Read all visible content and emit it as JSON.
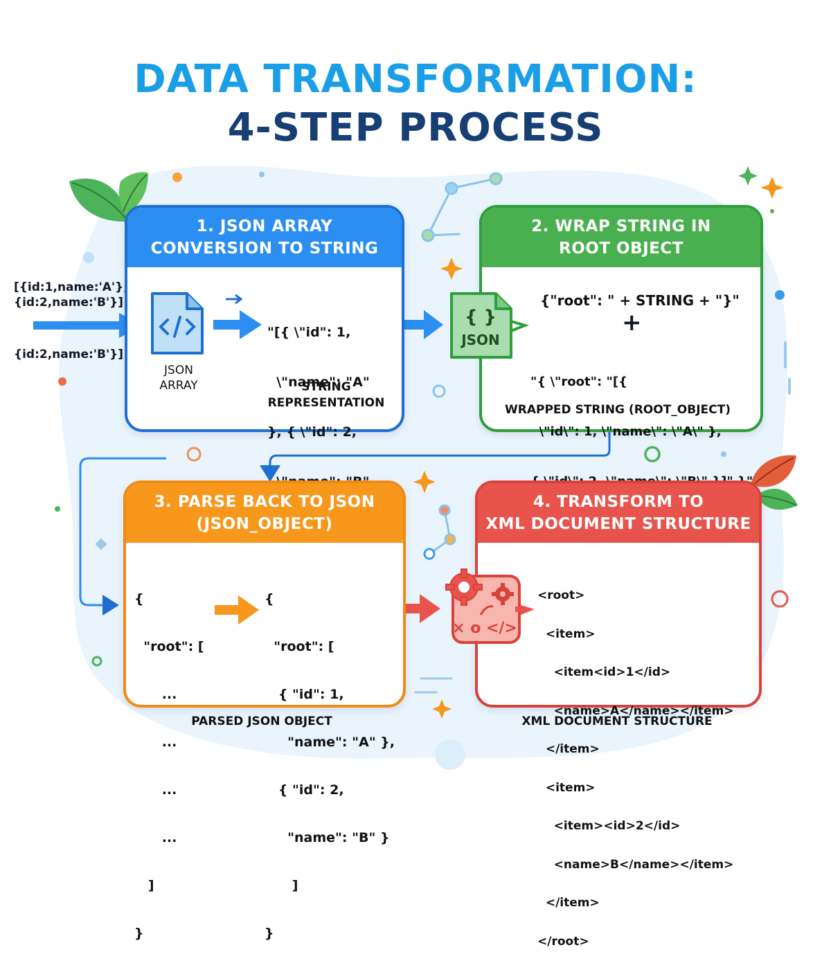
{
  "title": {
    "line1": "DATA TRANSFORMATION:",
    "line2": "4-STEP PROCESS"
  },
  "input": {
    "line1": "[{id:1,name:'A'},",
    "line2": "{id:2,name:'B'}]",
    "line3": "{id:2,name:'B'}]"
  },
  "step1": {
    "title_line1": "1. JSON ARRAY",
    "title_line2": "CONVERSION TO STRING",
    "icon": "code-file-icon",
    "icon_label_line1": "JSON",
    "icon_label_line2": "ARRAY",
    "code_lines": [
      "\"[{ \\\"id\": 1,",
      "  \\\"name\": \"A\"",
      "}, { \\\"id\": 2,",
      "  \\\"name\": \"B\"",
      "}]\""
    ],
    "output_label_line1": "STRING",
    "output_label_line2": "REPRESENTATION"
  },
  "step2": {
    "title_line1": "2. WRAP STRING IN",
    "title_line2": "ROOT OBJECT",
    "icon": "json-file-icon",
    "icon_glyph": "{ }",
    "icon_label": "JSON",
    "formula": "{\"root\": \" + STRING + \"}\"",
    "plus": "+",
    "code_lines": [
      "\"{ \\\"root\": \"[{",
      "  \\\"id\\\": 1, \\\"name\\\": \\\"A\\\" },",
      "{ \\\"id\\\": 2, \\\"name\\\": \\\"B\\\" }]\" }\""
    ],
    "output_label": "WRAPPED STRING (ROOT_OBJECT)"
  },
  "step3": {
    "title_line1": "3. PARSE BACK TO JSON",
    "title_line2": "(JSON_OBJECT)",
    "left_lines": [
      "{",
      "  \"root\": [",
      "      ...",
      "      ...",
      "      ...",
      "      ...",
      "   ]",
      "}"
    ],
    "right_lines": [
      "{",
      "  \"root\": [",
      "   { \"id\": 1,",
      "     \"name\": \"A\" },",
      "   { \"id\": 2,",
      "     \"name\": \"B\" }",
      "      ]",
      "}"
    ],
    "caption": "PARSED JSON OBJECT"
  },
  "step4": {
    "title_line1": "4. TRANSFORM TO",
    "title_line2": "XML DOCUMENT STRUCTURE",
    "icon": "gear-transform-icon",
    "xml_lines": [
      "<root>",
      "  <item>",
      "    <item<id>1</id>",
      "    <name>A</name></item>",
      "  </item>",
      "  <item>",
      "    <item><id>2</id>",
      "    <name>B</name></item>",
      "  </item>",
      "</root>"
    ],
    "caption": "XML DOCUMENT STRUCTURE"
  },
  "colors": {
    "title_primary": "#1a9ee6",
    "title_secondary": "#173f73",
    "step1": "#2b8ef0",
    "step2": "#48b04e",
    "step3": "#f7971c",
    "step4": "#e8544b"
  }
}
